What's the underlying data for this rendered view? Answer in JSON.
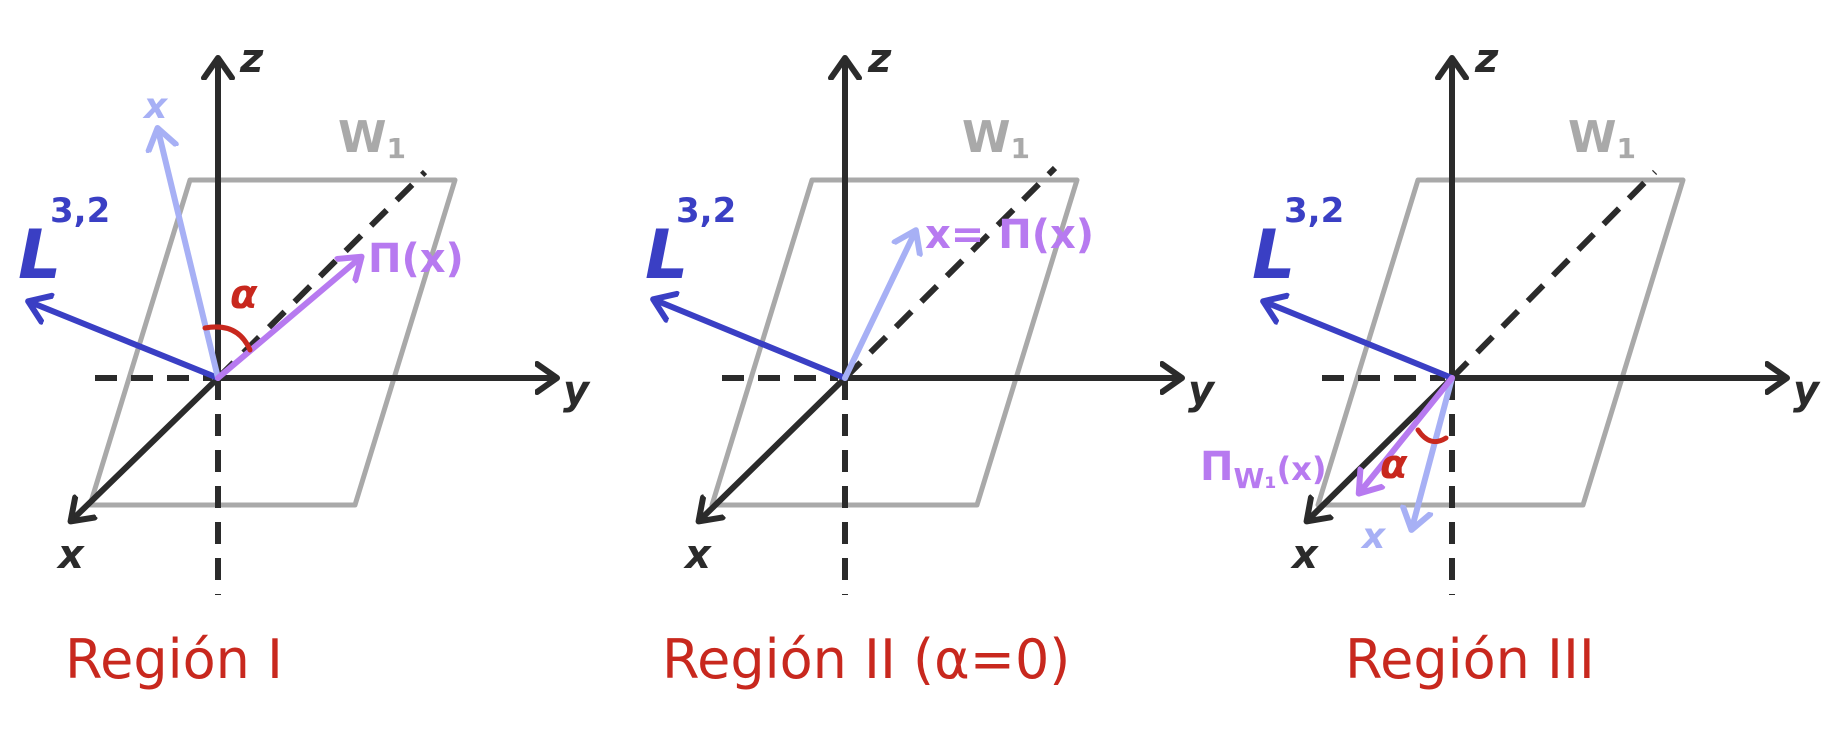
{
  "colors": {
    "axis": "#2b2b2b",
    "plane": "#a9a9a9",
    "lorentz": "#3a3fc4",
    "xvec": "#a7b0f5",
    "proj": "#b77af0",
    "angle": "#c8281e",
    "region": "#c8281e"
  },
  "panels": [
    {
      "axis_z": "z",
      "axis_y": "y",
      "axis_x": "x",
      "plane_label": "W",
      "plane_sub": "1",
      "lorentz_main": "L",
      "lorentz_sup": "3,2",
      "x_label": "x",
      "proj_label": "Π(x)",
      "angle_label": "α",
      "region": "Región I"
    },
    {
      "axis_z": "z",
      "axis_y": "y",
      "axis_x": "x",
      "plane_label": "W",
      "plane_sub": "1",
      "lorentz_main": "L",
      "lorentz_sup": "3,2",
      "x_label": "x= Π(x)",
      "region": "Región II (α=0)"
    },
    {
      "axis_z": "z",
      "axis_y": "y",
      "axis_x": "x",
      "plane_label": "W",
      "plane_sub": "1",
      "lorentz_main": "L",
      "lorentz_sup": "3,2",
      "x_label": "x",
      "proj_label": "Π",
      "proj_sub": "W₁",
      "proj_arg": "(x)",
      "angle_label": "α",
      "region": "Región III"
    }
  ]
}
